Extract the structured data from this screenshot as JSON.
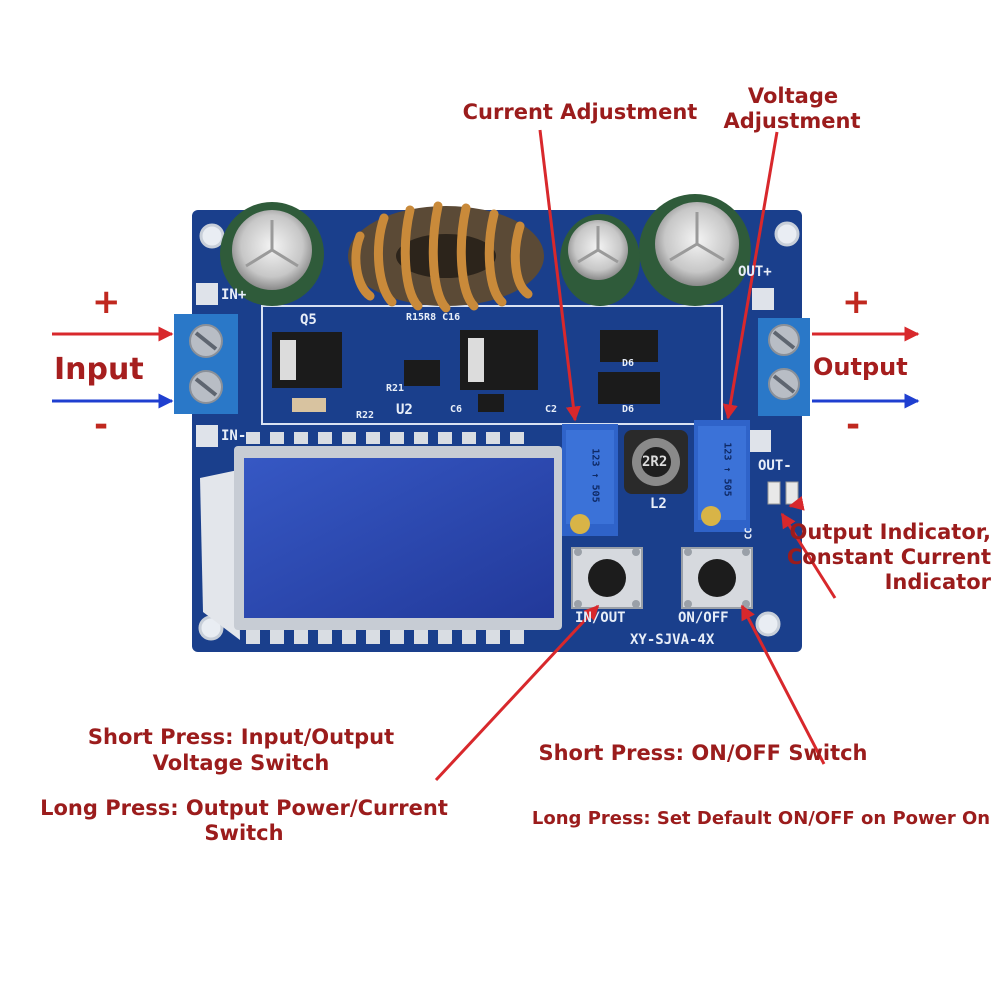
{
  "callouts": {
    "current_adjustment": "Current Adjustment",
    "voltage_adjustment_line1": "Voltage",
    "voltage_adjustment_line2": "Adjustment",
    "input": "Input",
    "output": "Output",
    "input_plus": "+",
    "input_minus": "-",
    "output_plus": "+",
    "output_minus": "-",
    "indicator_line1": "Output Indicator,",
    "indicator_line2": "Constant Current",
    "indicator_line3": "Indicator",
    "left_short_line1": "Short Press: Input/Output",
    "left_short_line2": "Voltage Switch",
    "left_long_line1": "Long Press: Output Power/Current",
    "left_long_line2": "Switch",
    "right_short": "Short Press: ON/OFF Switch",
    "right_long": "Long Press: Set Default ON/OFF on Power On"
  },
  "board_markings": {
    "in_plus": "IN+",
    "in_minus": "IN-",
    "out_plus": "OUT+",
    "out_minus": "OUT-",
    "q5": "Q5",
    "r15_r8_c16": "R15R8 C16",
    "r21": "R21",
    "r22": "R22",
    "u2": "U2",
    "c6": "C6",
    "c2": "C2",
    "d6_top": "D6",
    "d6_bottom": "D6",
    "l2": "L2",
    "inductor_code": "2R2",
    "pot_left_code": "123 ↑ 505",
    "pot_right_code": "123 ↑ 505",
    "button_left": "IN/OUT",
    "button_right": "ON/OFF",
    "model": "XY-SJVA-4X",
    "cc": "CC"
  },
  "colors": {
    "callout_text": "#9b1c1c",
    "arrow_red": "#d8282c",
    "arrow_blue": "#1f3fd0",
    "pcb_blue": "#1a3f8c",
    "lcd_blue": "#2f4fb8",
    "terminal_blue": "#2a78c8",
    "copper": "#c98a3a"
  }
}
